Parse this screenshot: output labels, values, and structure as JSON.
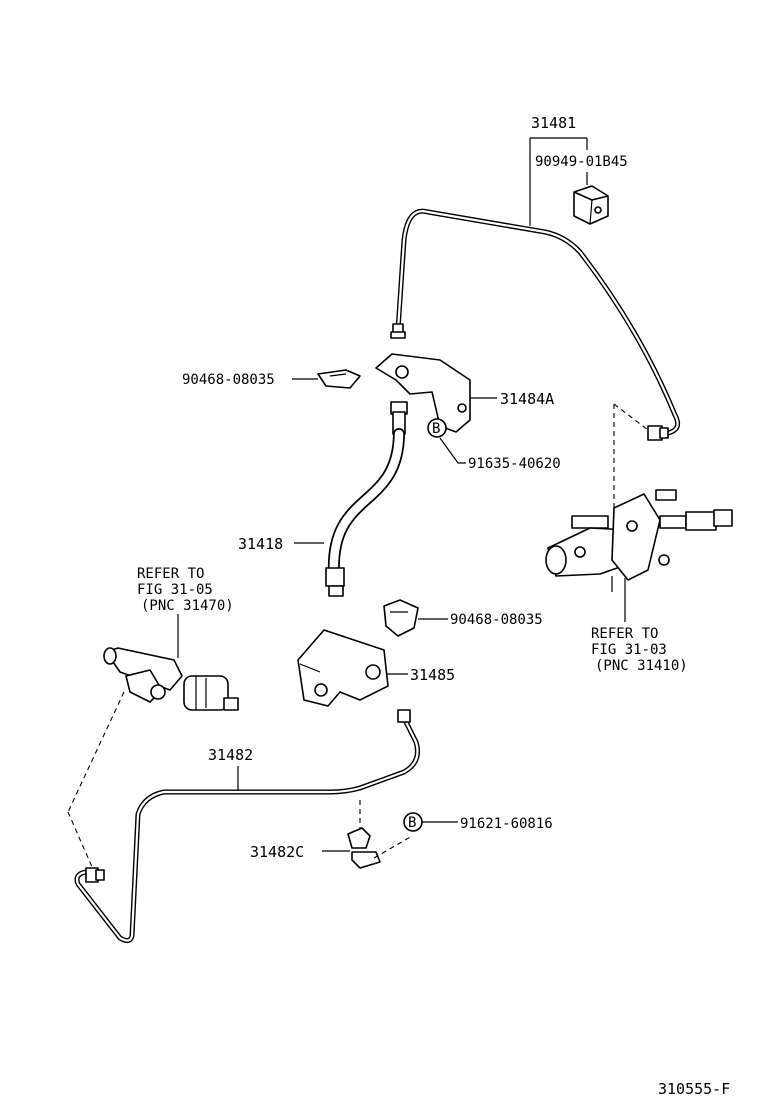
{
  "parts": {
    "p31481": "31481",
    "p90949": "90949-01B45",
    "p90468a": "90468-08035",
    "p31484a": "31484A",
    "p91635": "91635-40620",
    "p31418": "31418",
    "p90468b": "90468-08035",
    "p31485": "31485",
    "p31482": "31482",
    "p31482c": "31482C",
    "p91621": "91621-60816"
  },
  "markers": {
    "b1": "B",
    "b2": "B"
  },
  "refs": {
    "left": [
      "REFER TO",
      "FIG 31-05",
      "(PNC 31470)"
    ],
    "right": [
      "REFER TO",
      "FIG 31-03",
      "(PNC 31410)"
    ]
  },
  "footer": {
    "code": "310555-F"
  }
}
